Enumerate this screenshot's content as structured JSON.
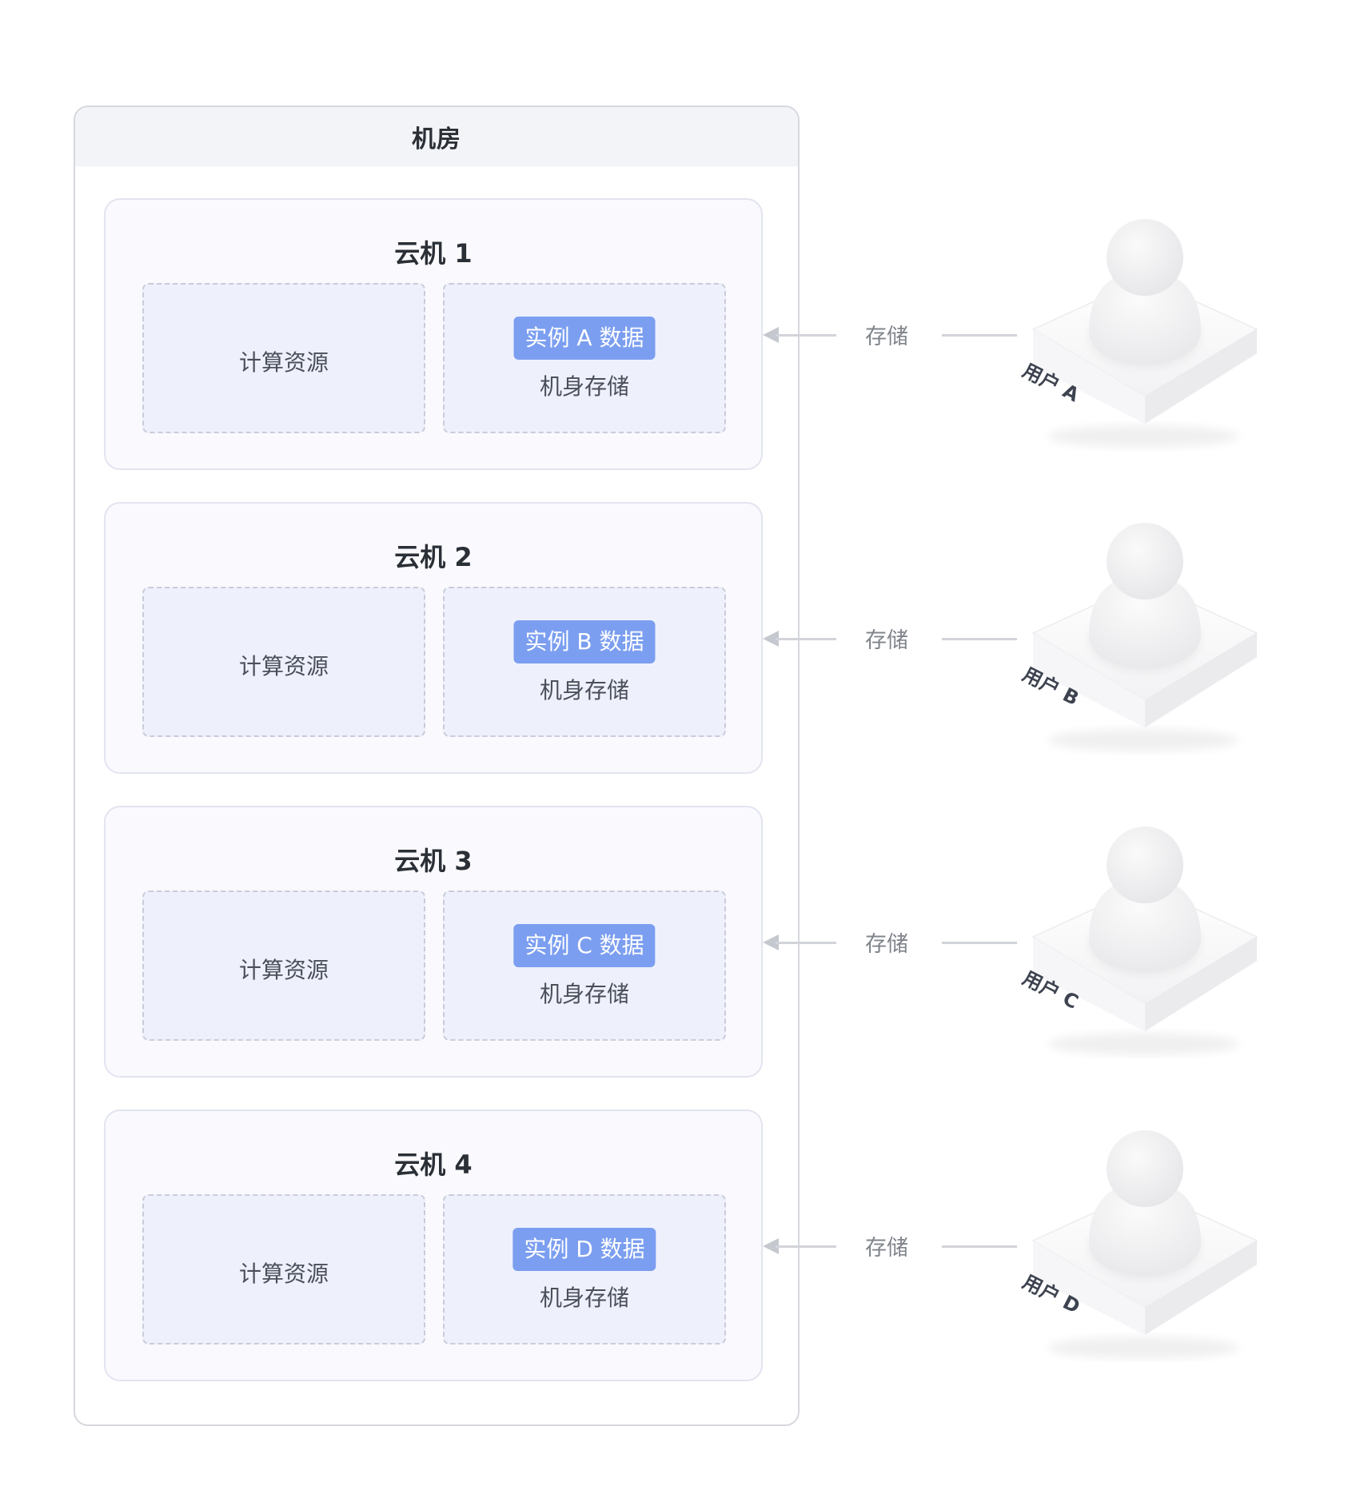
{
  "room": {
    "title": "机房"
  },
  "machines": [
    {
      "title": "云机 1",
      "compute": "计算资源",
      "data": "实例 A 数据",
      "storage": "机身存储"
    },
    {
      "title": "云机 2",
      "compute": "计算资源",
      "data": "实例 B 数据",
      "storage": "机身存储"
    },
    {
      "title": "云机 3",
      "compute": "计算资源",
      "data": "实例 C 数据",
      "storage": "机身存储"
    },
    {
      "title": "云机 4",
      "compute": "计算资源",
      "data": "实例 D 数据",
      "storage": "机身存储"
    }
  ],
  "connections": [
    {
      "label": "存储"
    },
    {
      "label": "存储"
    },
    {
      "label": "存储"
    },
    {
      "label": "存储"
    }
  ],
  "users": [
    {
      "label": "用户 A"
    },
    {
      "label": "用户 B"
    },
    {
      "label": "用户 C"
    },
    {
      "label": "用户 D"
    }
  ],
  "colors": {
    "badge": "#7b9ef0",
    "panel_fill": "#eef1fc",
    "room_border": "#d6d8de",
    "connector": "#d2d4da"
  }
}
